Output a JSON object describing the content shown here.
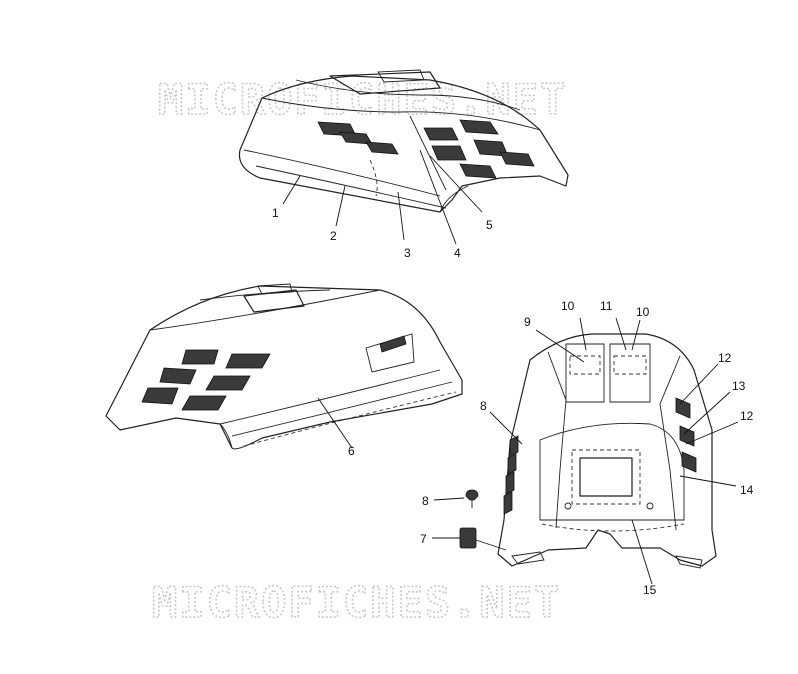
{
  "watermark": {
    "top": "MICROFICHES.NET",
    "bottom": "MICROFICHES.NET"
  },
  "callouts": {
    "c1": "1",
    "c2": "2",
    "c3": "3",
    "c4": "4",
    "c5": "5",
    "c6": "6",
    "c7": "7",
    "c8a": "8",
    "c8b": "8",
    "c9": "9",
    "c10a": "10",
    "c10b": "10",
    "c11": "11",
    "c12a": "12",
    "c12b": "12",
    "c13": "13",
    "c14": "14",
    "c15": "15"
  }
}
